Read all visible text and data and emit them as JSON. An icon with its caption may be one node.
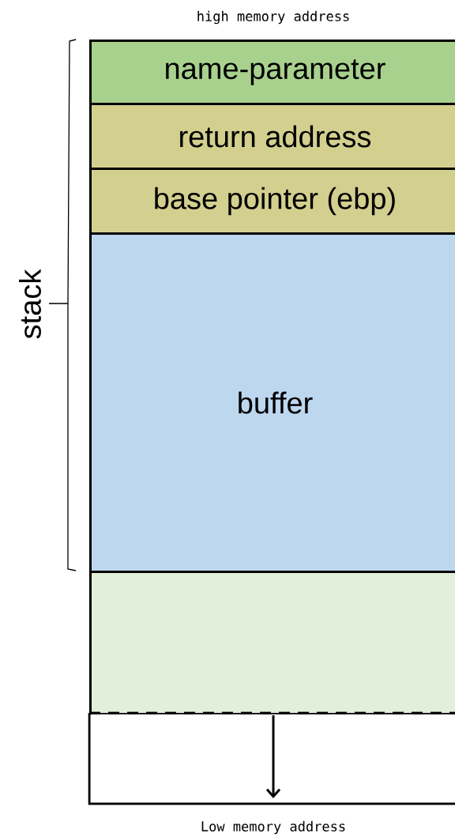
{
  "diagram": {
    "nodes": [
      {
        "text": [
          "name-parameter"
        ]
      },
      {
        "text": [
          "return address"
        ]
      },
      {
        "text": [
          "base pointer (ebp)"
        ]
      },
      {
        "text": [
          "buffer"
        ]
      },
      {
        "text": [],
        "shape": "box"
      },
      {
        "text": [],
        "shape": "box"
      }
    ],
    "labels": [
      "high memory address",
      "stack",
      "Low memory address"
    ]
  }
}
